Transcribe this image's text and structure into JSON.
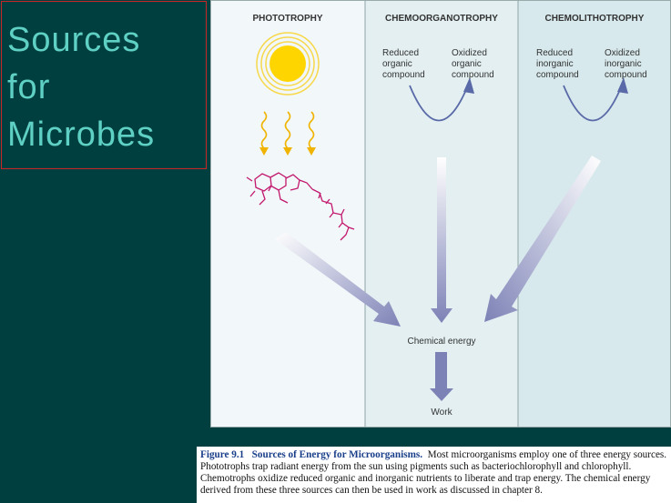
{
  "slide": {
    "title_lines": [
      "Sources",
      "for",
      "Microbes"
    ]
  },
  "diagram": {
    "columns": [
      {
        "heading": "PHOTOTROPHY"
      },
      {
        "heading": "CHEMOORGANOTROPHY",
        "left_label": [
          "Reduced",
          "organic",
          "compound"
        ],
        "right_label": [
          "Oxidized",
          "organic",
          "compound"
        ]
      },
      {
        "heading": "CHEMOLITHOTROPHY",
        "left_label": [
          "Reduced",
          "inorganic",
          "compound"
        ],
        "right_label": [
          "Oxidized",
          "inorganic",
          "compound"
        ]
      }
    ],
    "chemical_energy_label": "Chemical energy",
    "work_label": "Work",
    "colors": {
      "panel1": "#f2f7f9",
      "panel2": "#e3eff1",
      "panel3": "#d7e9ec",
      "sun": "#ffd500",
      "sun_ring": "#f7d84a",
      "rays": "#f0b400",
      "pigment": "#c2186e",
      "arrow": "#8286b8",
      "curve_arrow": "#5a6aa8"
    }
  },
  "caption": {
    "figure_number": "Figure 9.1",
    "figure_title": "Sources of Energy for Microorganisms.",
    "text": "Most microorganisms employ one of three energy sources. Phototrophs trap radiant energy from the sun using pigments such as bacteriochlorophyll and chlorophyll. Chemotrophs oxidize reduced organic and inorganic nutrients to liberate and trap energy. The chemical energy derived from these three sources can then be used in work as discussed in chapter 8."
  }
}
